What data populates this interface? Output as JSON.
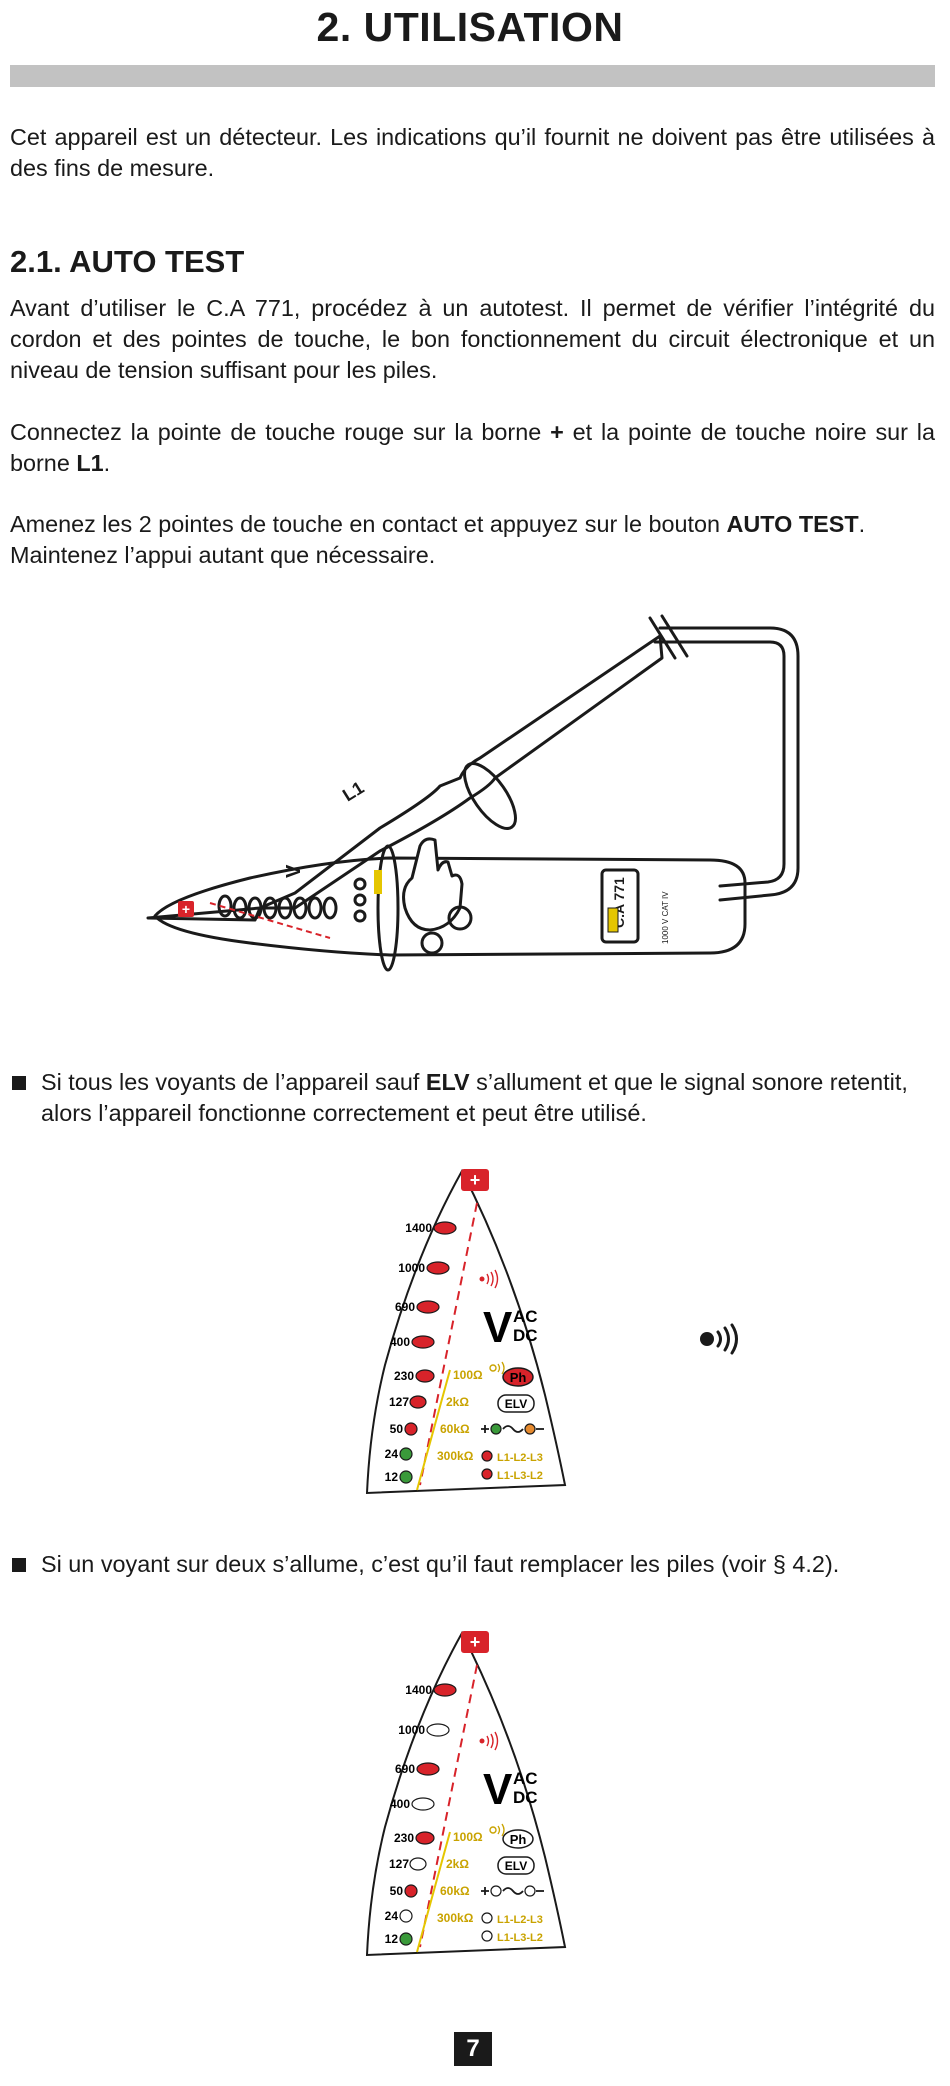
{
  "page": {
    "title": "2. UTILISATION",
    "intro": "Cet appareil est un détecteur. Les indications qu’il fournit ne doivent pas être utilisées à des fins de mesure.",
    "page_number": "7"
  },
  "section": {
    "heading": "2.1. AUTO TEST",
    "p1": "Avant d’utiliser le C.A 771, procédez à un autotest. Il permet de vérifier l’intégrité du cordon et des pointes de touche, le bon fonctionnement du circuit électronique et un niveau de tension suffisant pour les piles.",
    "p2": {
      "t1": "Connectez la pointe de touche rouge sur la borne ",
      "b1": "+",
      "t2": " et la pointe de touche noire sur la borne ",
      "b2": "L1",
      "t3": "."
    },
    "p3": {
      "t1": "Amenez les 2 pointes de touche en contact et appuyez sur le bouton ",
      "b1": "AUTO TEST",
      "t2": ". Maintenez l’appui autant que nécessaire."
    }
  },
  "device": {
    "probe_label": "L1",
    "model": "C.A 771",
    "rating": "1000 V CAT IV",
    "plus_sign": "+"
  },
  "bullets": [
    {
      "t1": "Si tous les voyants de l’appareil sauf ",
      "b1": "ELV",
      "t2": " s’allument et que le signal sonore retentit, alors l’appareil fonctionne correctement et peut être utilisé."
    },
    {
      "t1": "Si un voyant sur deux s’allume, c’est qu’il faut remplacer les piles (voir § 4.2)."
    }
  ],
  "panel": {
    "plus": "+",
    "voltages": [
      "1400",
      "1000",
      "690",
      "400",
      "230",
      "127",
      "50",
      "24",
      "12"
    ],
    "resistances": [
      "100Ω",
      "2kΩ",
      "60kΩ",
      "300kΩ"
    ],
    "v_symbol": "V",
    "ac": "AC",
    "dc": "DC",
    "ph": "Ph",
    "elv": "ELV",
    "rotation1": "L1-L2-L3",
    "rotation2": "L1-L3-L2"
  },
  "colors": {
    "led_red": "#d8232a",
    "led_green": "#3a9a3a",
    "resistance_yellow": "#c9a300",
    "dash_red": "#d8232a"
  }
}
